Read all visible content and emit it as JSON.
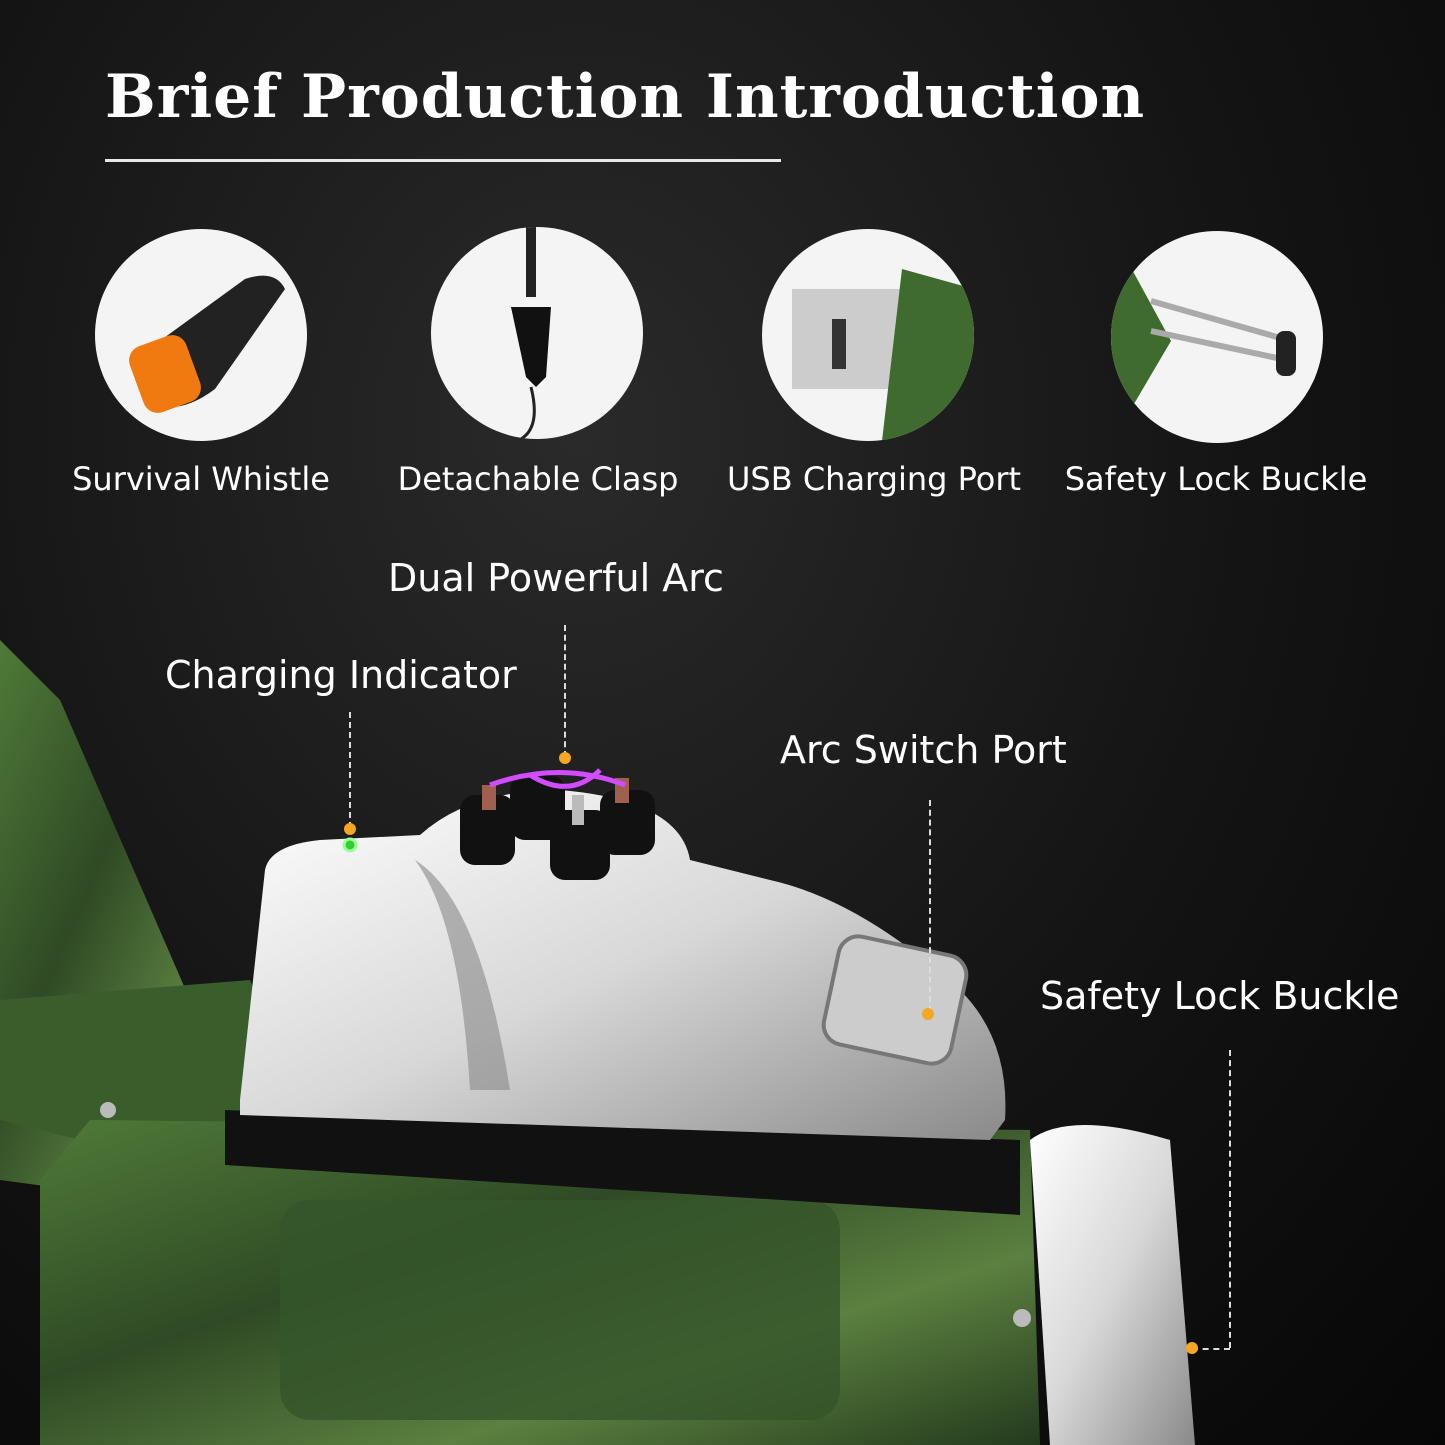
{
  "title": "Brief Production Introduction",
  "features": [
    {
      "label": "Survival Whistle",
      "icon": "whistle-icon"
    },
    {
      "label": "Detachable Clasp",
      "icon": "clasp-icon"
    },
    {
      "label": "USB Charging Port",
      "icon": "usb-port-icon"
    },
    {
      "label": "Safety Lock Buckle",
      "icon": "lock-buckle-icon"
    }
  ],
  "callouts": {
    "arc": "Dual Powerful Arc",
    "indicator": "Charging Indicator",
    "switch": "Arc Switch Port",
    "buckle": "Safety Lock Buckle"
  },
  "colors": {
    "accent_dot": "#f5a623",
    "camo_green": "#3f6b2e",
    "arc": "#d24cff"
  }
}
